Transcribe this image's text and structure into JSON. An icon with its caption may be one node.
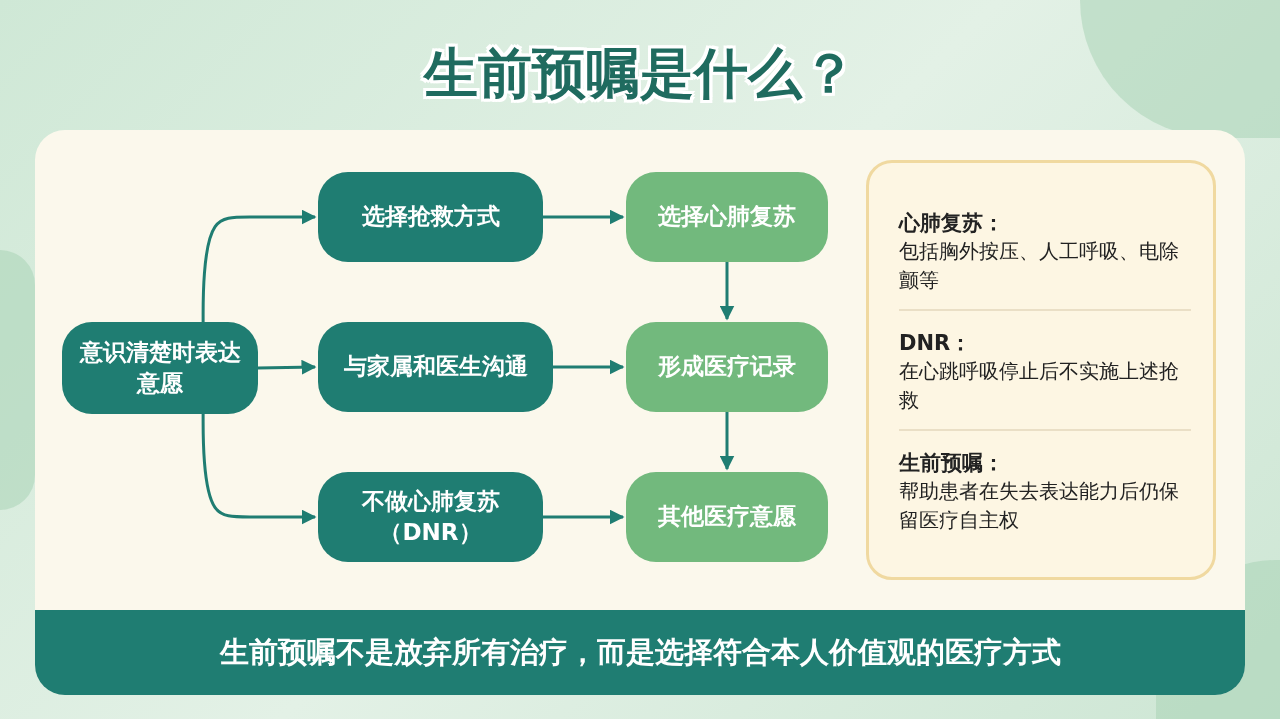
{
  "diagram": {
    "title": "生前预嘱是什么？",
    "nodes": [
      {
        "text": [
          "意识清楚时表达意愿"
        ]
      },
      {
        "text": [
          "选择抢救方式"
        ]
      },
      {
        "text": [
          "与家属和医生沟通"
        ]
      },
      {
        "text": [
          "不做心肺复苏（DNR）"
        ]
      },
      {
        "text": [
          "选择心肺复苏"
        ]
      },
      {
        "text": [
          "形成医疗记录"
        ]
      },
      {
        "text": [
          "其他医疗意愿"
        ]
      },
      {
        "text": [
          "心肺复苏：",
          "包括胸外按压、人工呼吸、电除颤等",
          "DNR：",
          "在心跳呼吸停止后不实施上述抢救",
          "生前预嘱：",
          "帮助患者在失去表达能力后仍保留医疗自主权"
        ]
      },
      {
        "text": [
          "生前预嘱不是放弃所有治疗，而是选择符合本人价值观的医疗方式"
        ]
      }
    ],
    "edges": [
      {
        "from": 0,
        "to": 1,
        "arrow": "to"
      },
      {
        "from": 0,
        "to": 2,
        "arrow": "to"
      },
      {
        "from": 0,
        "to": 3,
        "arrow": "to"
      },
      {
        "from": 1,
        "to": 4,
        "arrow": "to"
      },
      {
        "from": 2,
        "to": 5,
        "arrow": "to"
      },
      {
        "from": 3,
        "to": 6,
        "arrow": "to"
      },
      {
        "from": 4,
        "to": 5,
        "arrow": "to"
      },
      {
        "from": 5,
        "to": 6,
        "arrow": "to"
      }
    ]
  }
}
